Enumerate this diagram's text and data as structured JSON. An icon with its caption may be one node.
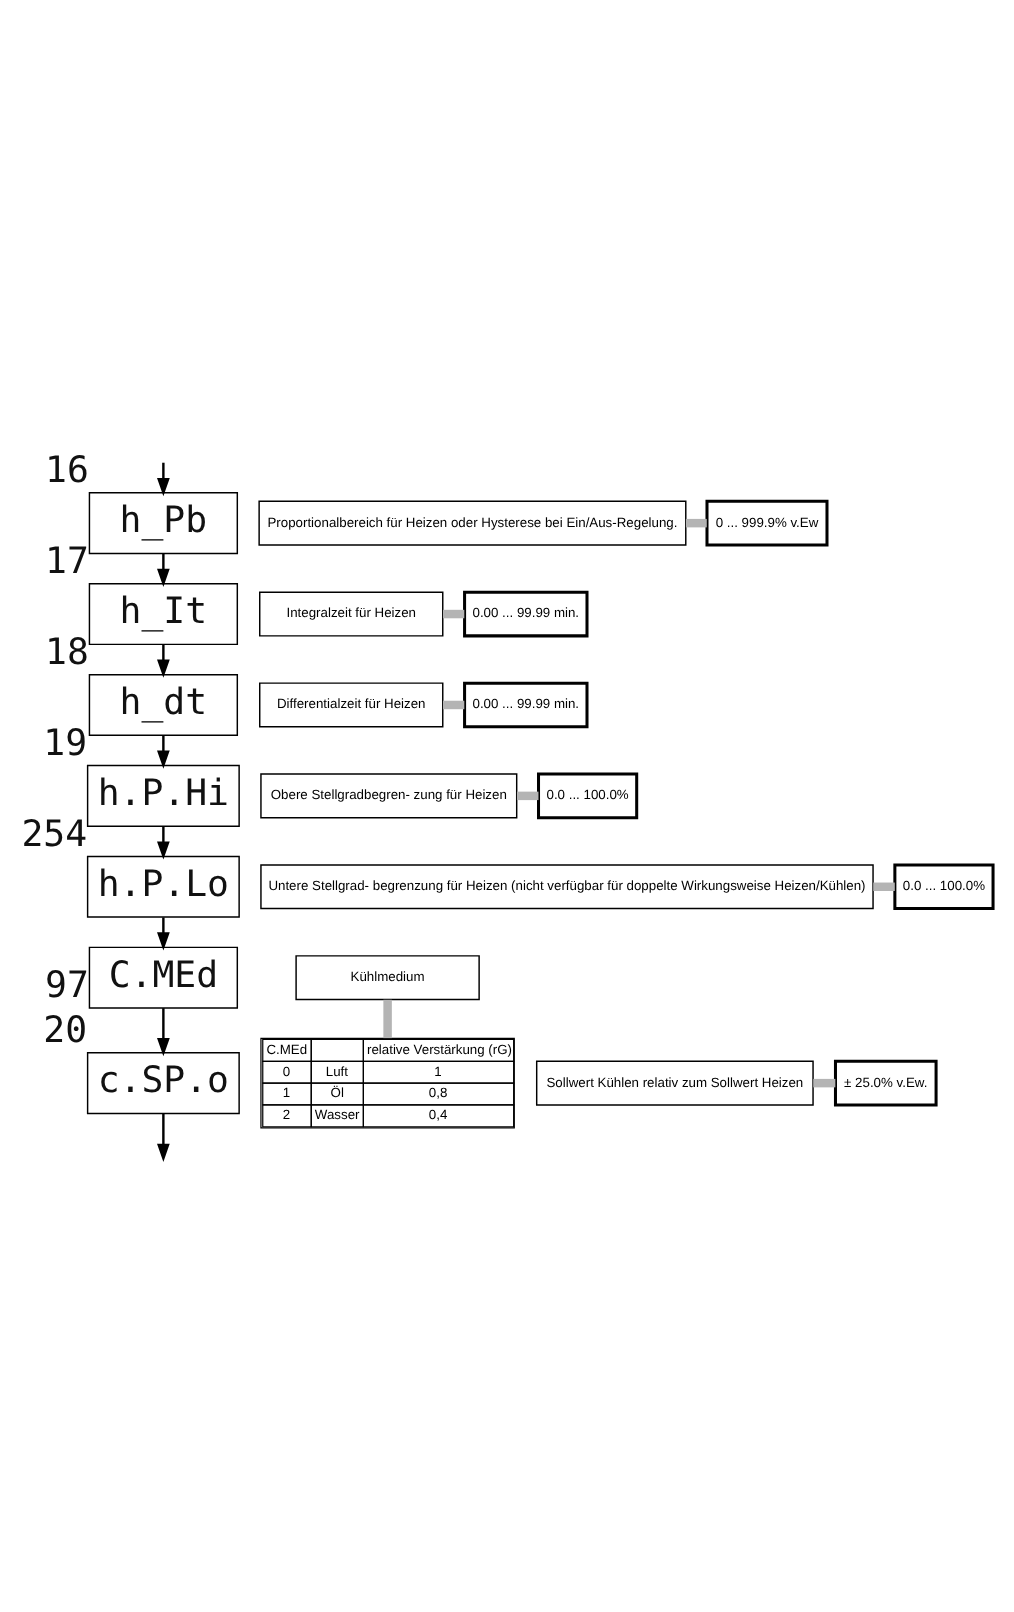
{
  "diagram": {
    "nodes": [
      {
        "text": [
          "h_Pb"
        ],
        "beside": [
          "16"
        ]
      },
      {
        "text": [
          "Proportionalbereich für Heizen oder Hysterese bei Ein/Aus-Regelung."
        ]
      },
      {
        "text": [
          "0 ... 999.9% v.Ew"
        ]
      },
      {
        "text": [
          "h_It"
        ],
        "beside": [
          "17"
        ]
      },
      {
        "text": [
          "Integralzeit für Heizen"
        ]
      },
      {
        "text": [
          "0.00 ... 99.99 min."
        ]
      },
      {
        "text": [
          "h_dt"
        ],
        "beside": [
          "18"
        ]
      },
      {
        "text": [
          "Differentialzeit für Heizen"
        ]
      },
      {
        "text": [
          "0.00 ... 99.99 min."
        ]
      },
      {
        "text": [
          "h.P.Hi"
        ],
        "beside": [
          "19"
        ]
      },
      {
        "text": [
          "Obere Stellgradbegren- zung für Heizen"
        ]
      },
      {
        "text": [
          "0.0 ... 100.0%"
        ]
      },
      {
        "text": [
          "h.P.Lo"
        ],
        "beside": [
          "254"
        ]
      },
      {
        "text": [
          "Untere Stellgrad- begrenzung für Heizen (nicht verfügbar für doppelte Wirkungsweise Heizen/Kühlen)"
        ]
      },
      {
        "text": [
          "0.0 ... 100.0%"
        ]
      },
      {
        "text": [
          "C.MEd"
        ],
        "beside": [
          "97"
        ]
      },
      {
        "text": [
          "Kühlmedium"
        ]
      },
      {
        "text": [
          "C.MEd",
          "relative Verstärkung (rG)",
          "0",
          "Luft",
          "1",
          "1",
          "Öl",
          "0,8",
          "2",
          "Wasser",
          "0,4"
        ]
      },
      {
        "text": [
          "c.SP.o"
        ],
        "beside": [
          "20"
        ]
      },
      {
        "text": [
          "Sollwert Kühlen relativ zum Sollwert Heizen"
        ]
      },
      {
        "text": [
          "± 25.0% v.Ew."
        ]
      }
    ],
    "edges": [
      {
        "from": null,
        "to": 0,
        "arrow": "to"
      },
      {
        "from": 0,
        "to": 3,
        "arrow": "to"
      },
      {
        "from": 3,
        "to": 6,
        "arrow": "to"
      },
      {
        "from": 6,
        "to": 9,
        "arrow": "to"
      },
      {
        "from": 9,
        "to": 12,
        "arrow": "to"
      },
      {
        "from": 12,
        "to": 15,
        "arrow": "to"
      },
      {
        "from": 15,
        "to": 18,
        "arrow": "to"
      },
      {
        "from": 18,
        "to": null,
        "arrow": "to"
      },
      {
        "from": 1,
        "to": 2,
        "arrow": "none",
        "style": "thick",
        "color": "#b4b4b4"
      },
      {
        "from": 4,
        "to": 5,
        "arrow": "none",
        "style": "thick",
        "color": "#b4b4b4"
      },
      {
        "from": 7,
        "to": 8,
        "arrow": "none",
        "style": "thick",
        "color": "#b4b4b4"
      },
      {
        "from": 10,
        "to": 11,
        "arrow": "none",
        "style": "thick",
        "color": "#b4b4b4"
      },
      {
        "from": 13,
        "to": 14,
        "arrow": "none",
        "style": "thick",
        "color": "#b4b4b4"
      },
      {
        "from": 16,
        "to": 17,
        "arrow": "none",
        "style": "thick",
        "color": "#b4b4b4"
      },
      {
        "from": 19,
        "to": 20,
        "arrow": "none",
        "style": "thick",
        "color": "#b4b4b4"
      }
    ]
  }
}
